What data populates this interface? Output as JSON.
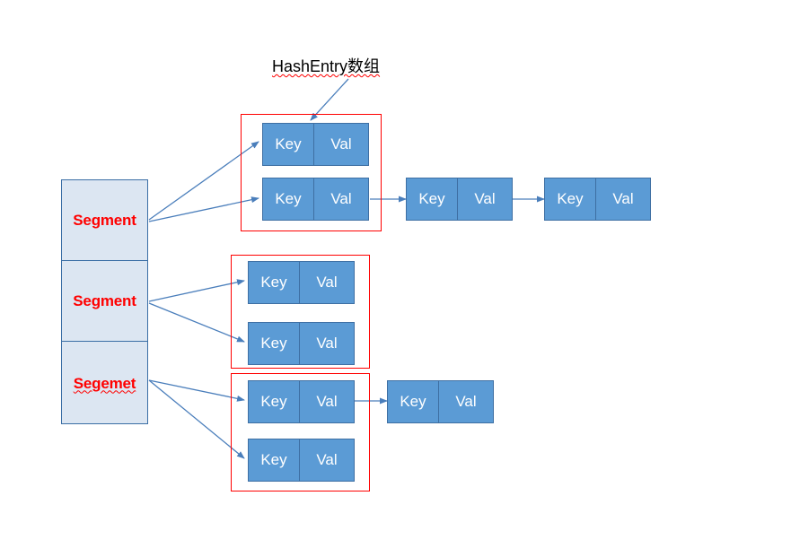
{
  "diagram": {
    "title_label": {
      "text_latin": "HashEntry",
      "text_cjk": "数组",
      "full": "HashEntry数组",
      "misspelled": true
    },
    "colors": {
      "segment_fill": "#dce6f2",
      "segment_border": "#3a6ea5",
      "segment_text": "#ff0000",
      "entry_fill": "#5b9bd5",
      "entry_border": "#3e6fa3",
      "entry_text": "#ffffff",
      "group_frame": "#ff0000",
      "arrow": "#4a7ebb",
      "background": "#ffffff"
    },
    "segments": [
      {
        "label": "Segment",
        "misspelled": false
      },
      {
        "label": "Segment",
        "misspelled": false
      },
      {
        "label": "Segemet",
        "misspelled": true
      }
    ],
    "entry_labels": {
      "key": "Key",
      "val": "Val"
    },
    "buckets": [
      {
        "segment_index": 0,
        "slots": [
          {
            "nodes": [
              {
                "key": "Key",
                "val": "Val"
              }
            ]
          },
          {
            "nodes": [
              {
                "key": "Key",
                "val": "Val"
              },
              {
                "key": "Key",
                "val": "Val"
              },
              {
                "key": "Key",
                "val": "Val"
              }
            ]
          }
        ]
      },
      {
        "segment_index": 1,
        "slots": [
          {
            "nodes": [
              {
                "key": "Key",
                "val": "Val"
              }
            ]
          },
          {
            "nodes": [
              {
                "key": "Key",
                "val": "Val"
              }
            ]
          }
        ]
      },
      {
        "segment_index": 2,
        "slots": [
          {
            "nodes": [
              {
                "key": "Key",
                "val": "Val"
              },
              {
                "key": "Key",
                "val": "Val"
              }
            ]
          },
          {
            "nodes": [
              {
                "key": "Key",
                "val": "Val"
              }
            ]
          }
        ]
      }
    ]
  }
}
